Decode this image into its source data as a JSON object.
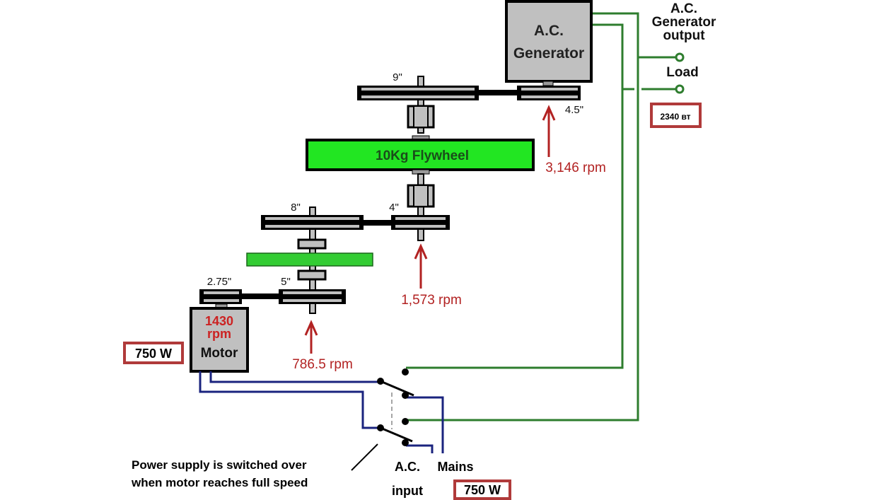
{
  "generator": {
    "line1": "A.C.",
    "line2": "Generator"
  },
  "output_label": {
    "line1": "A.C.",
    "line2": "Generator",
    "line3": "output"
  },
  "load_label": "Load",
  "output_power": "2340 вт",
  "flywheel_label": "10Kg Flywheel",
  "pulleys": {
    "p9": "9\"",
    "p45": "4.5\"",
    "p8": "8\"",
    "p4": "4\"",
    "p275": "2.75\"",
    "p5": "5\""
  },
  "speeds": {
    "gen": "3,146 rpm",
    "mid": "1,573 rpm",
    "low": "786.5 rpm"
  },
  "motor": {
    "rpm_line1": "1430",
    "rpm_line2": "rpm",
    "label": "Motor",
    "power": "750 W"
  },
  "switch_note": {
    "line1": "Power supply is switched over",
    "line2": "when motor reaches full speed"
  },
  "mains": {
    "ac": "A.C.",
    "mains": "Mains",
    "input": "input",
    "power": "750 W"
  },
  "colors": {
    "green_wire": "#2e7d2e",
    "blue_wire": "#1a237e",
    "red_arrow": "#b22222",
    "flywheel": "#22e622",
    "box_gray": "#c0c0c0",
    "power_box": "#b03a3a"
  }
}
